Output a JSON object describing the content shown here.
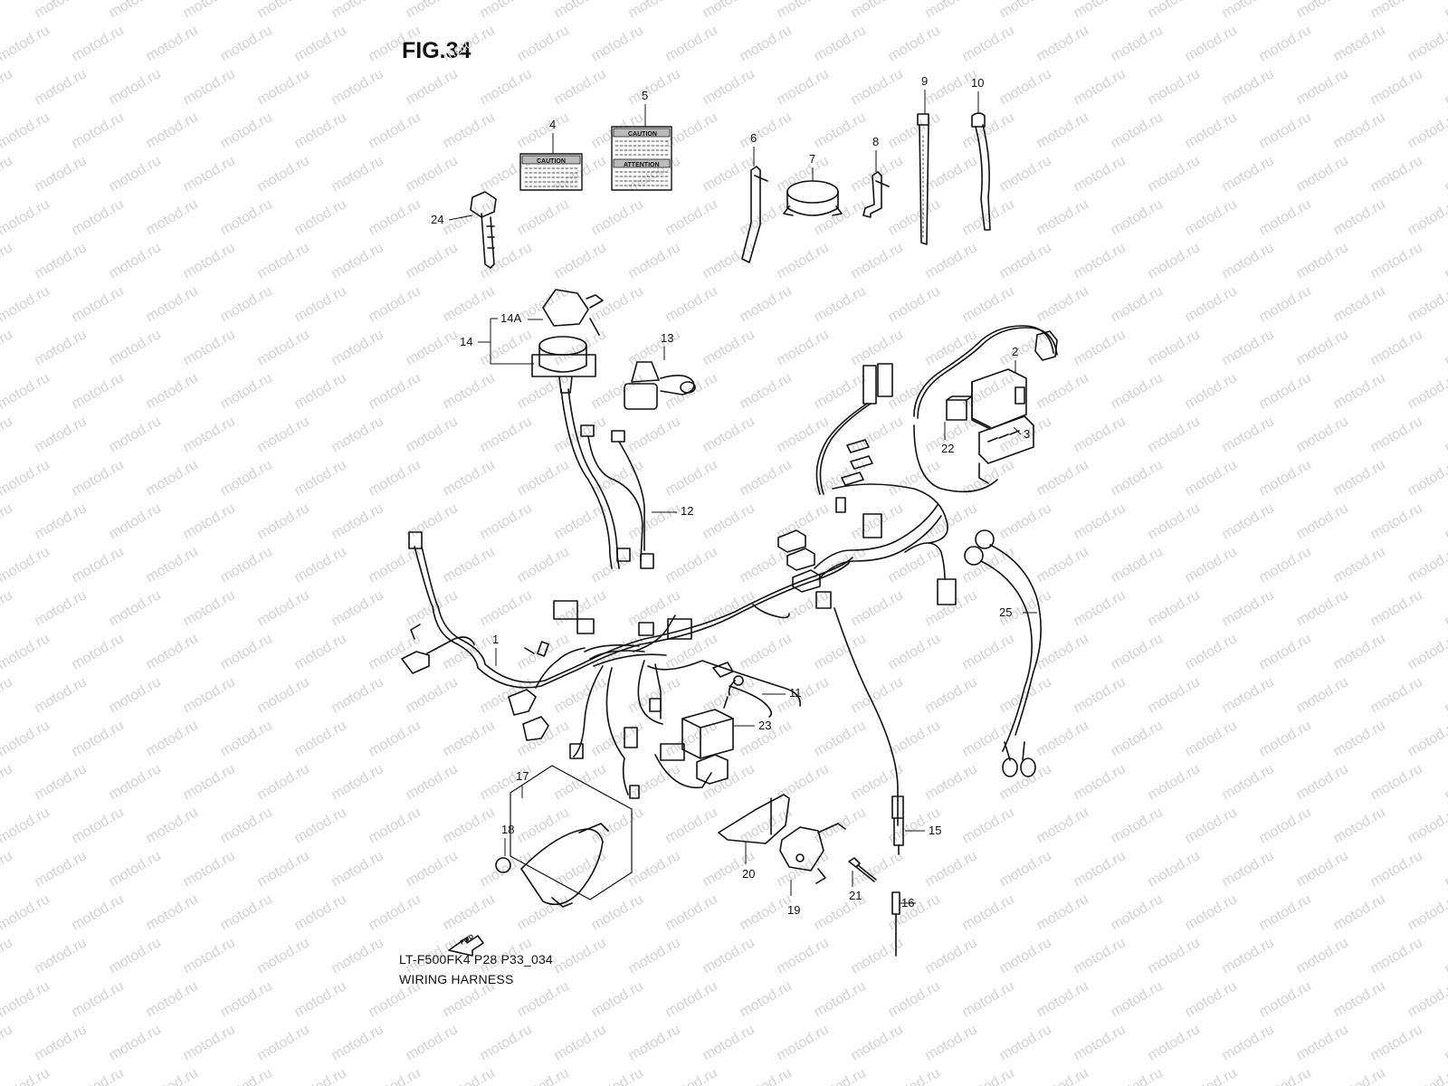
{
  "figure": {
    "title": "FIG.34",
    "model_code": "LT-F500FK4 P28 P33_034",
    "name": "WIRING HARNESS"
  },
  "watermark": "motod.ru",
  "labels": {
    "caution_small": "CAUTION",
    "caution_large": "CAUTION",
    "attention": "ATTENTION",
    "fwd_arrow": "FWD"
  },
  "callouts": [
    "1",
    "2",
    "3",
    "4",
    "5",
    "6",
    "7",
    "8",
    "9",
    "10",
    "11",
    "12",
    "13",
    "14",
    "14A",
    "15",
    "16",
    "17",
    "18",
    "19",
    "20",
    "21",
    "22",
    "23",
    "24",
    "25"
  ],
  "colors": {
    "line": "#111111",
    "watermark": "#d2d2d2",
    "background": "#ffffff"
  }
}
